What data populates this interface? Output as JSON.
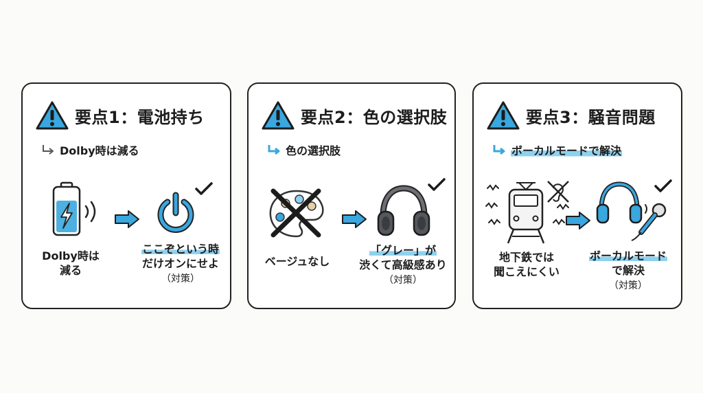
{
  "cards": [
    {
      "title": "要点1：電池持ち",
      "subtitle": "Dolby時は減る",
      "left_label": [
        "Dolby時は",
        "減る"
      ],
      "right_label": [
        "ここぞという時",
        "だけオンにせよ"
      ],
      "right_note": "（対策）"
    },
    {
      "title": "要点2：色の選択肢",
      "subtitle": "色の選択肢",
      "left_label": [
        "ベージュなし"
      ],
      "right_label": [
        "「グレー」が",
        "渋くて高級感あり"
      ],
      "right_note": "（対策）"
    },
    {
      "title": "要点3：騒音問題",
      "subtitle": "ボーカルモードで解決",
      "left_label": [
        "地下鉄では",
        "聞こえにくい"
      ],
      "right_label": [
        "ボーカルモード",
        "で解決"
      ],
      "right_note": "（対策）"
    }
  ],
  "colors": {
    "accent": "#3aa7de",
    "highlight": "#8ed1ef",
    "ink": "#222222"
  },
  "icons": {
    "card1": [
      "warning-icon",
      "battery-charging-icon",
      "arrow-right-icon",
      "power-icon",
      "checkmark-icon"
    ],
    "card2": [
      "warning-icon",
      "palette-icon",
      "cross-mark-icon",
      "arrow-right-icon",
      "headphones-icon",
      "checkmark-icon"
    ],
    "card3": [
      "warning-icon",
      "train-icon",
      "noise-icon",
      "no-hearing-icon",
      "arrow-right-icon",
      "headphones-icon",
      "microphone-icon",
      "checkmark-icon"
    ]
  }
}
